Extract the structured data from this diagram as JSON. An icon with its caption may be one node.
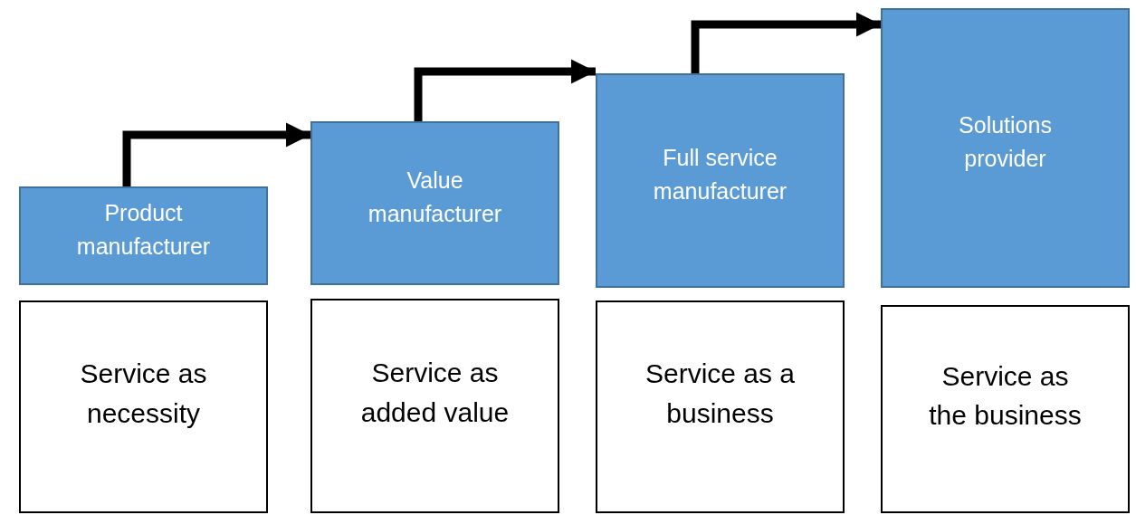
{
  "diagram": {
    "nodes": [
      {
        "text": [
          "Product manufacturer"
        ]
      },
      {
        "text": [
          "Service as necessity"
        ]
      },
      {
        "text": [
          "Value manufacturer"
        ]
      },
      {
        "text": [
          "Service as added value"
        ]
      },
      {
        "text": [
          "Full service manufacturer"
        ]
      },
      {
        "text": [
          "Service as a business"
        ]
      },
      {
        "text": [
          "Solutions provider"
        ]
      },
      {
        "text": [
          "Service as the business"
        ]
      }
    ],
    "edges": [
      {
        "from": 0,
        "to": 2,
        "arrow": "to"
      },
      {
        "from": 2,
        "to": 4,
        "arrow": "to"
      },
      {
        "from": 4,
        "to": 6,
        "arrow": "to"
      }
    ]
  }
}
